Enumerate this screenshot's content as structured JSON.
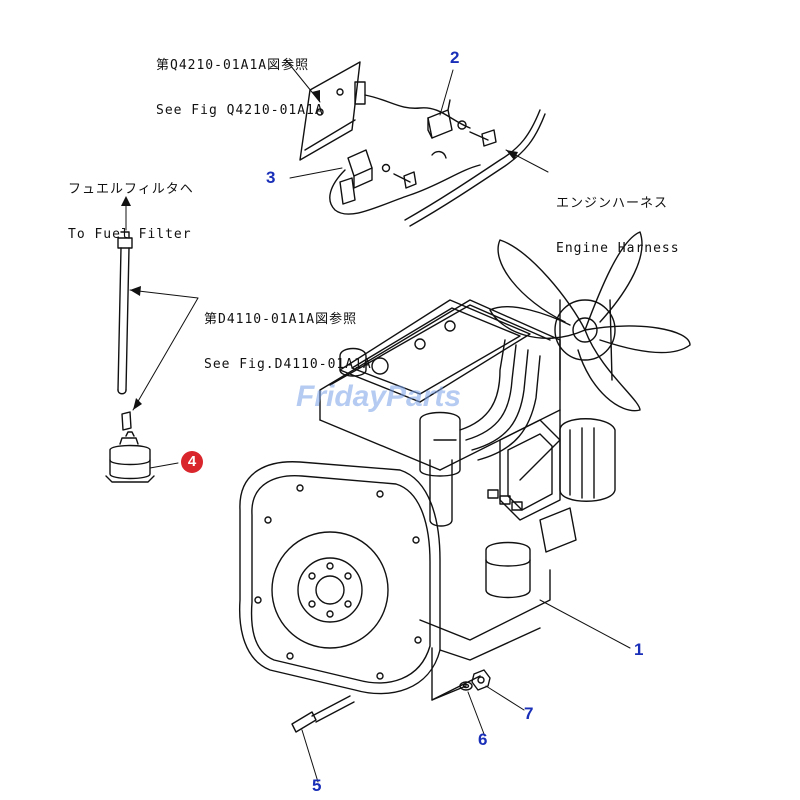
{
  "refs": [
    {
      "jp": "第Q4210-01A1A図参照",
      "en": "See Fig Q4210-01A1A"
    },
    {
      "jp": "フュエルフィルタヘ",
      "en": "To Fuel Filter"
    },
    {
      "jp": "第D4110-01A1A図参照",
      "en": "See Fig.D4110-01A1A"
    },
    {
      "jp": "エンジンハーネス",
      "en": "Engine Harness"
    }
  ],
  "callouts": [
    "1",
    "2",
    "3",
    "4",
    "5",
    "6",
    "7"
  ],
  "watermark": "FridayParts",
  "colors": {
    "callout": "#1a2fb8",
    "highlight": "#d9262c",
    "line": "#111111",
    "watermark": "#8fb0e8"
  }
}
